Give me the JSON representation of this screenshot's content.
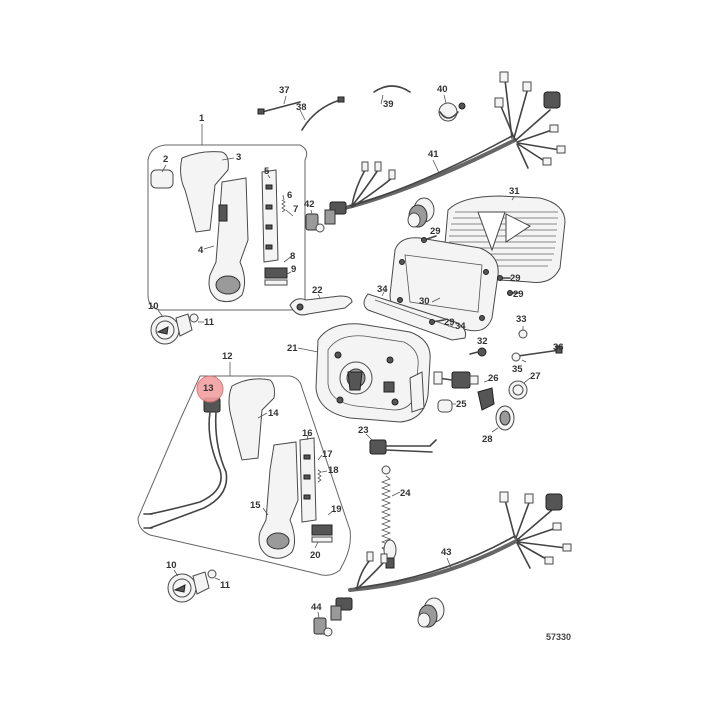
{
  "figure_number": "57330",
  "highlight": {
    "part": "13",
    "color": "#f2a0a0",
    "stroke": "#d96a6a"
  },
  "callouts": [
    "1",
    "2",
    "3",
    "4",
    "5",
    "6",
    "7",
    "8",
    "9",
    "10",
    "11",
    "12",
    "13",
    "14",
    "15",
    "16",
    "17",
    "18",
    "19",
    "20",
    "21",
    "22",
    "23",
    "24",
    "25",
    "26",
    "27",
    "28",
    "29",
    "30",
    "31",
    "32",
    "33",
    "34",
    "35",
    "36",
    "37",
    "38",
    "39",
    "40",
    "41",
    "42",
    "43",
    "44"
  ]
}
